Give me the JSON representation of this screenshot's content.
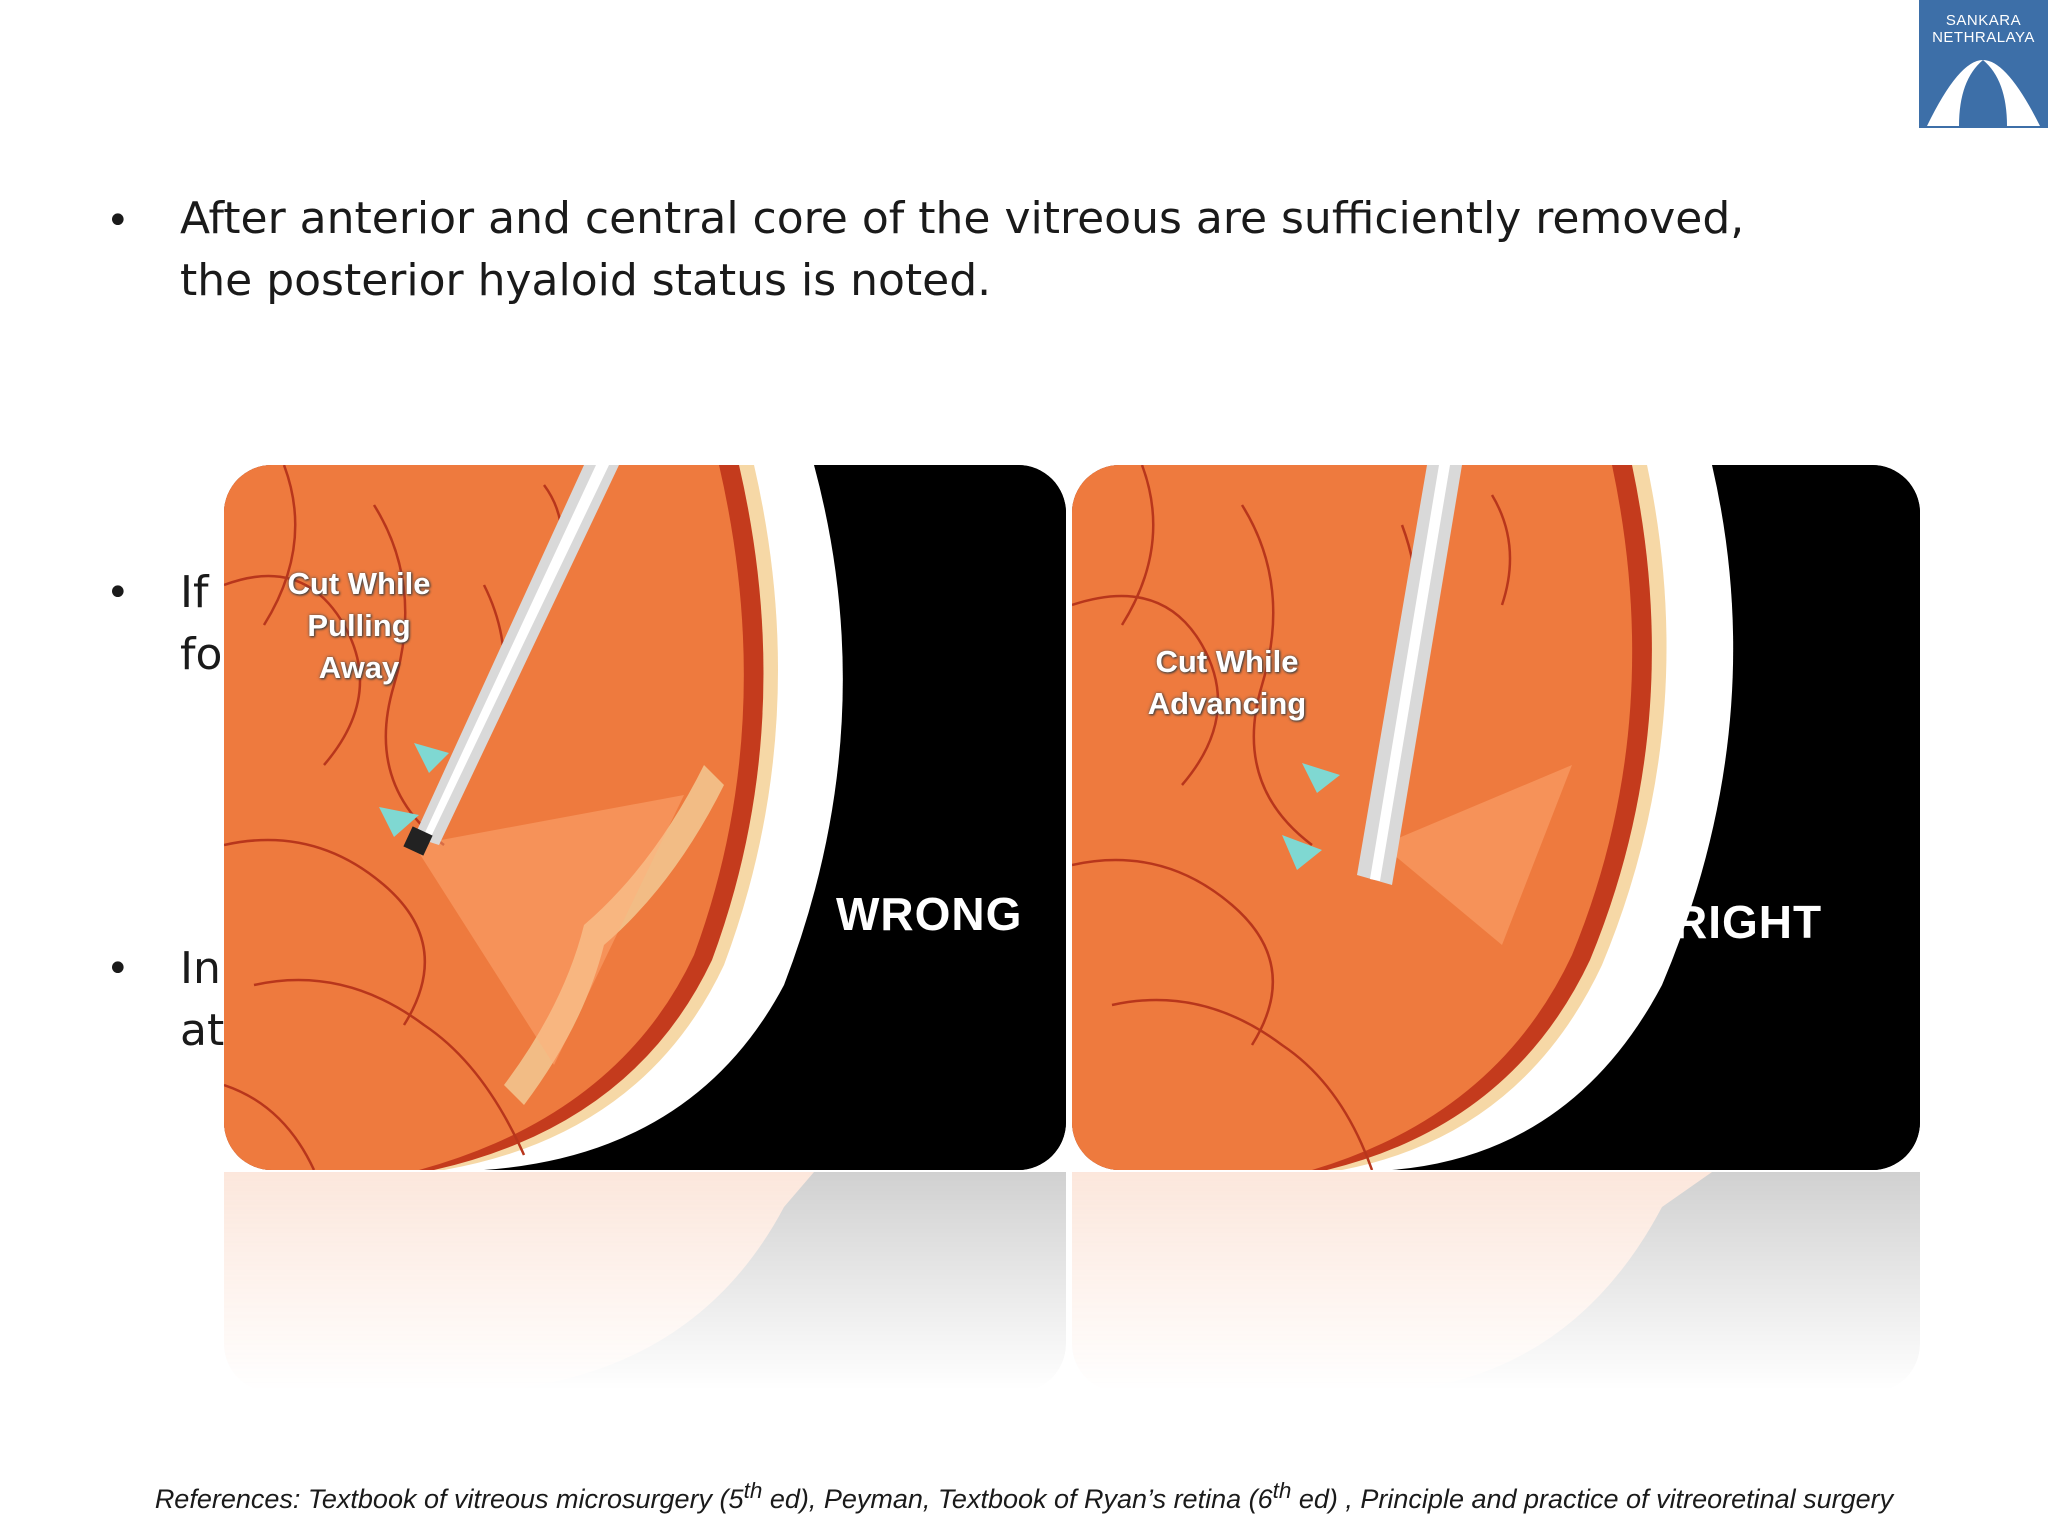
{
  "logo": {
    "line1": "SANKARA",
    "line2": "NETHRALAYA",
    "color": "#3d6fa8"
  },
  "bullets": [
    {
      "text": "After anterior and central core of the vitreous are sufficiently removed, the posterior hyaloid status is noted."
    },
    {
      "line1": "If",
      "line2": "fo"
    },
    {
      "line1": "In",
      "line2": "at"
    }
  ],
  "figure": {
    "left": {
      "caption": "Cut While\nPulling\nAway",
      "verdict": "WRONG"
    },
    "right": {
      "caption": "Cut While\nAdvancing",
      "verdict": "RIGHT"
    }
  },
  "references": {
    "prefix": "References: Textbook of vitreous microsurgery (5",
    "sup1": "th",
    "mid": " ed), Peyman, Textbook of Ryan’s retina (6",
    "sup2": "th",
    "suffix": " ed) , Principle and practice of vitreoretinal surgery"
  },
  "colors": {
    "retina": "#ee7a3e",
    "vessel": "#b8361c",
    "arrow": "#7fd8d2"
  }
}
